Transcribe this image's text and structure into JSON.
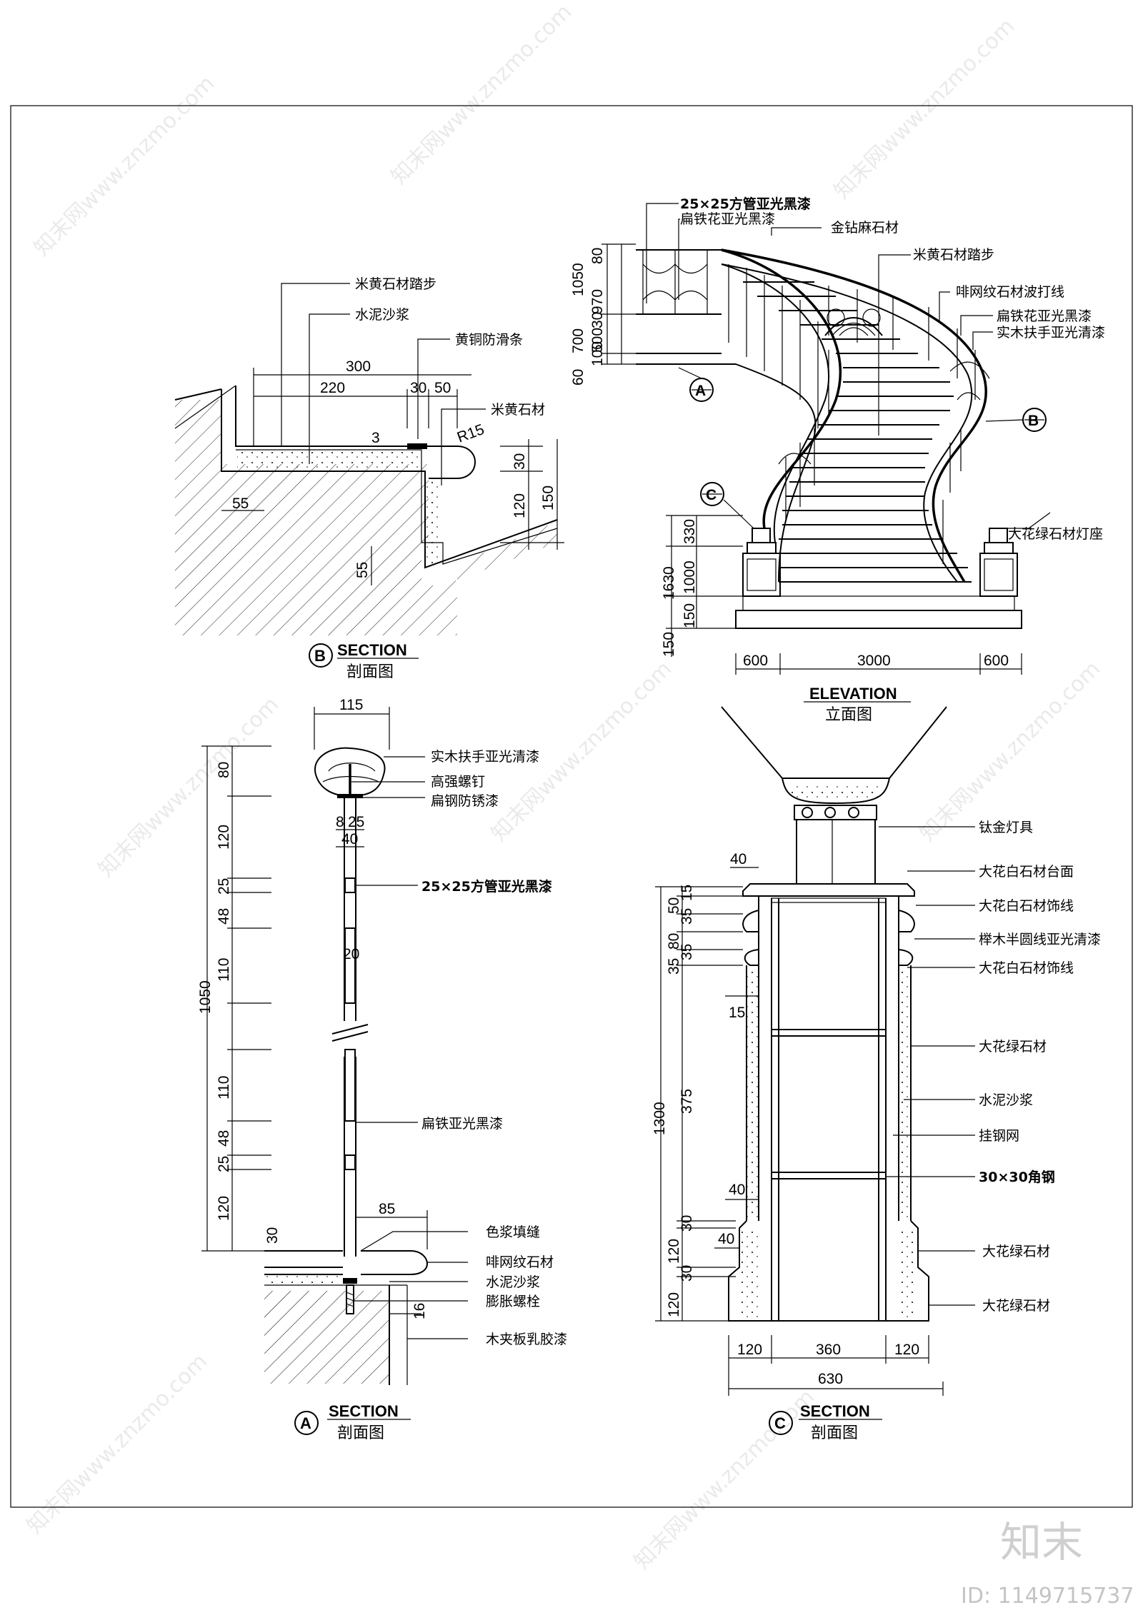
{
  "watermark": {
    "brand": "知末",
    "id_text": "ID: 1149715737",
    "pattern_text": "知末网www.znzmo.com"
  },
  "section_b": {
    "title": "SECTION",
    "subtitle": "剖面图",
    "marker": "B",
    "labels": [
      "米黄石材踏步",
      "水泥沙浆",
      "黄铜防滑条",
      "米黄石材"
    ],
    "dims": [
      "300",
      "220",
      "30",
      "50",
      "3",
      "R15",
      "30",
      "120",
      "150",
      "55",
      "55"
    ]
  },
  "elevation": {
    "title": "ELEVATION",
    "subtitle": "立面图",
    "markers": [
      "A",
      "B",
      "C"
    ],
    "labels": [
      "25×25方管亚光黑漆",
      "扁铁花亚光黑漆",
      "金钻麻石材",
      "米黄石材踏步",
      "啡网纹石材波打线",
      "扁铁花亚光黑漆",
      "实木扶手亚光清漆",
      "大花绿石材灯座"
    ],
    "dims_left_top": [
      "1050",
      "970",
      "80",
      "700",
      "500",
      "100",
      "60",
      "30"
    ],
    "dims_left_bottom": [
      "1630",
      "330",
      "1000",
      "150",
      "150"
    ],
    "dims_bottom": [
      "600",
      "3000",
      "600"
    ]
  },
  "section_a": {
    "title": "SECTION",
    "subtitle": "剖面图",
    "marker": "A",
    "labels": [
      "实木扶手亚光清漆",
      "高强螺钉",
      "扁钢防锈漆",
      "25×25方管亚光黑漆",
      "扁铁亚光黑漆",
      "色浆填缝",
      "啡网纹石材",
      "水泥沙浆",
      "膨胀螺栓",
      "木夹板乳胶漆"
    ],
    "dims_vertical": [
      "1050",
      "80",
      "120",
      "25",
      "48",
      "110",
      "110",
      "48",
      "25",
      "120",
      "30"
    ],
    "dims_other": [
      "115",
      "8",
      "25",
      "40",
      "20",
      "85",
      "16"
    ]
  },
  "section_c": {
    "title": "SECTION",
    "subtitle": "剖面图",
    "marker": "C",
    "labels": [
      "钛金灯具",
      "大花白石材台面",
      "大花白石材饰线",
      "榉木半圆线亚光清漆",
      "大花白石材饰线",
      "大花绿石材",
      "水泥沙浆",
      "挂钢网",
      "30×30角钢",
      "大花绿石材",
      "大花绿石材"
    ],
    "dims_vertical": [
      "1300",
      "50",
      "80",
      "35",
      "15",
      "35",
      "35",
      "375",
      "30",
      "120",
      "30",
      "120"
    ],
    "dims_other": [
      "40",
      "15",
      "40",
      "40"
    ],
    "dims_bottom": [
      "120",
      "360",
      "120",
      "630"
    ]
  }
}
